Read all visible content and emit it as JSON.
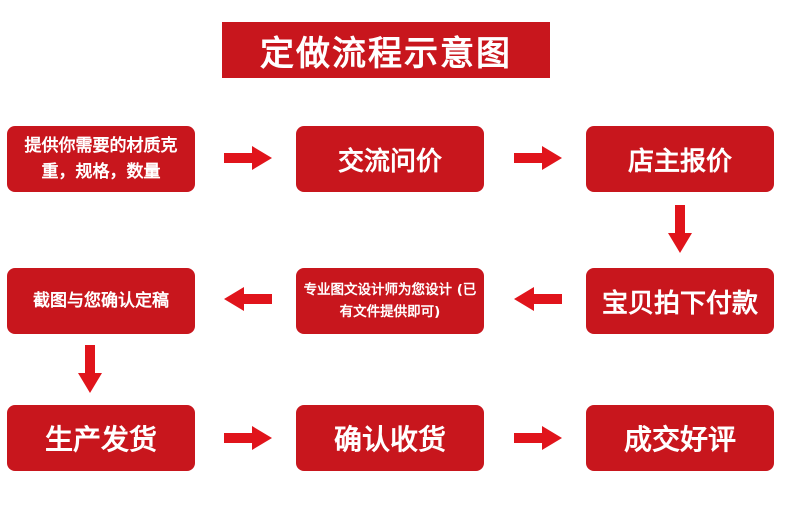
{
  "title": "定做流程示意图",
  "steps": [
    {
      "label": "提供你需要的材质克重，规格，数量"
    },
    {
      "label": "交流问价"
    },
    {
      "label": "店主报价"
    },
    {
      "label": "宝贝拍下付款"
    },
    {
      "label": "专业图文设计师为您设计 (已有文件提供即可)"
    },
    {
      "label": "截图与您确认定稿"
    },
    {
      "label": "生产发货"
    },
    {
      "label": "确认收货"
    },
    {
      "label": "成交好评"
    }
  ],
  "colors": {
    "accent": "#c8161d",
    "arrow": "#e0141b",
    "text": "#ffffff"
  }
}
